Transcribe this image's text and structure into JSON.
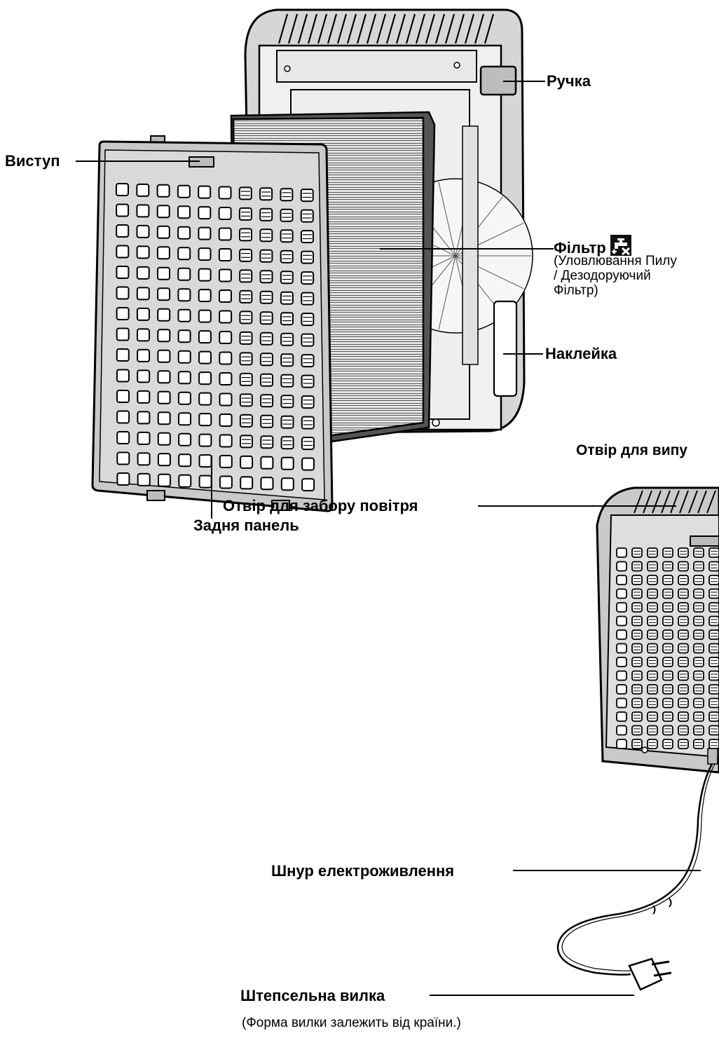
{
  "labels": {
    "handle": "Ручка",
    "protrusion": "Виступ",
    "filter": "Фільтр",
    "filter_desc": [
      "(Уловлювання Пилу",
      "/ Дезодоруючий",
      "Фільтр)"
    ],
    "sticker": "Наклейка",
    "outlet": "Отвір для випу",
    "back_panel": "Задня панель",
    "air_intake": "Отвір для забору повітря",
    "power_cord": "Шнур електроживлення",
    "plug": "Штепсельна вилка",
    "plug_note": "(Форма вилки залежить від країни.)"
  },
  "icons": {
    "filter_icon": "faucet-no-wash-icon"
  }
}
